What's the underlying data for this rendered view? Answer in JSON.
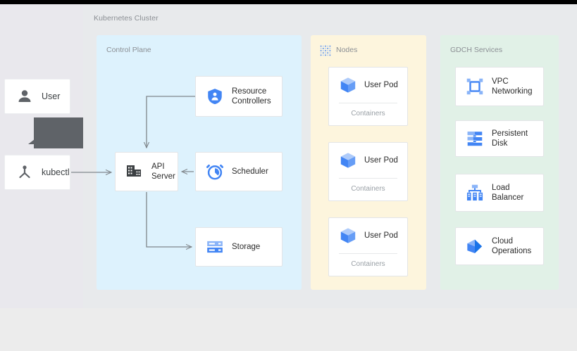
{
  "diagram": {
    "title": "Kubernetes Cluster",
    "colors": {
      "black_bar": "#000000",
      "canvas_bg": "#e8eaec",
      "left_panel_bg": "#e9e8ed",
      "page_bg": "#ececec",
      "control_plane_bg": "#ddf2fd",
      "nodes_bg": "#fdf5dd",
      "gdch_bg": "#e1f1e7",
      "card_bg": "#ffffff",
      "icon_blue": "#4285f4",
      "icon_blue_light": "#8ab4f8",
      "icon_grey": "#5f6368",
      "label_grey": "#8b8f94",
      "connector_grey": "#80868b",
      "tooltip_bg": "#5f6368"
    }
  },
  "actors": [
    {
      "name": "user",
      "label": "User",
      "icon": "person-icon"
    },
    {
      "name": "kubectl",
      "label": "kubectl",
      "icon": "hierarchy-icon"
    }
  ],
  "tooltip": {
    "text": "",
    "visible": true
  },
  "control_plane": {
    "label": "Control Plane",
    "cards": [
      {
        "name": "resource-controllers",
        "label": "Resource\nControllers",
        "icon": "shield-person-icon"
      },
      {
        "name": "api-server",
        "label": "API\nServer",
        "icon": "building-icon"
      },
      {
        "name": "scheduler",
        "label": "Scheduler",
        "icon": "alarm-clock-icon"
      },
      {
        "name": "storage",
        "label": "Storage",
        "icon": "storage-icon"
      }
    ]
  },
  "nodes": {
    "label": "Nodes",
    "icon": "dot-grid-icon",
    "pods": [
      {
        "name": "user-pod-1",
        "label": "User Pod",
        "sub": "Containers",
        "icon": "cube-icon"
      },
      {
        "name": "user-pod-2",
        "label": "User Pod",
        "sub": "Containers",
        "icon": "cube-icon"
      },
      {
        "name": "user-pod-3",
        "label": "User Pod",
        "sub": "Containers",
        "icon": "cube-icon"
      }
    ]
  },
  "gdch_services": {
    "label": "GDCH Services",
    "services": [
      {
        "name": "vpc-networking",
        "label": "VPC\nNetworking",
        "icon": "vpc-network-icon"
      },
      {
        "name": "persistent-disk",
        "label": "Persistent\nDisk",
        "icon": "persistent-disk-icon"
      },
      {
        "name": "load-balancer",
        "label": "Load\nBalancer",
        "icon": "load-balancer-icon"
      },
      {
        "name": "cloud-operations",
        "label": "Cloud\nOperations",
        "icon": "cloud-operations-icon"
      }
    ]
  },
  "connections": [
    {
      "from": "kubectl",
      "to": "api-server",
      "style": "arrow"
    },
    {
      "from": "resource-controllers",
      "to": "api-server",
      "style": "elbow-arrow"
    },
    {
      "from": "scheduler",
      "to": "api-server",
      "style": "arrow"
    },
    {
      "from": "api-server",
      "to": "storage",
      "style": "elbow-arrow"
    }
  ]
}
